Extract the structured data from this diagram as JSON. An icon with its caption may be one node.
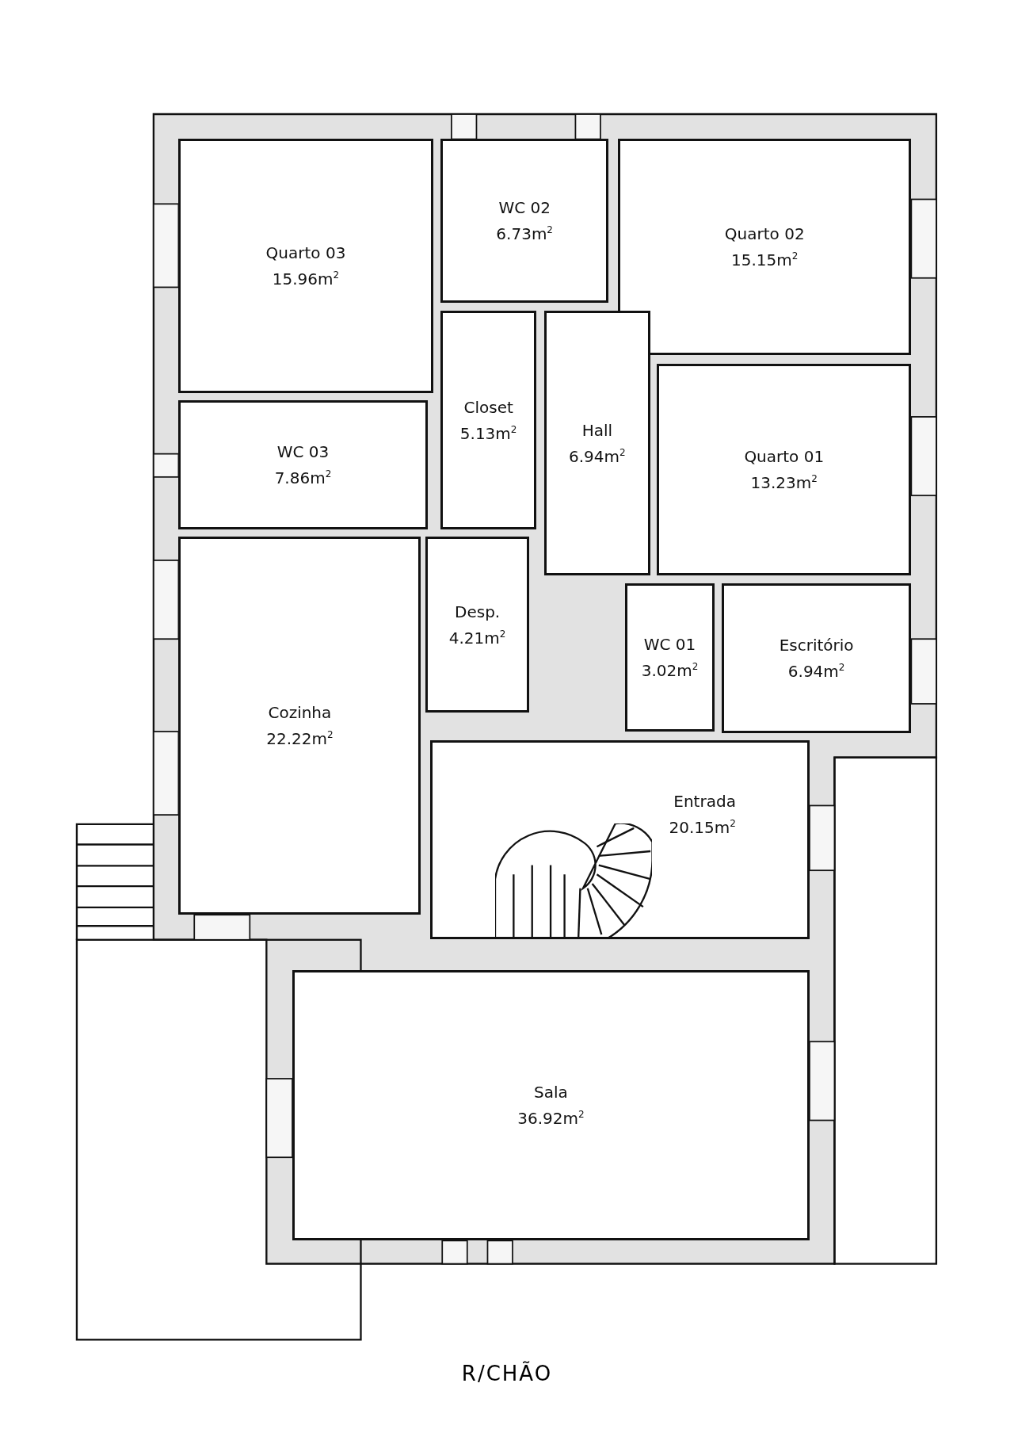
{
  "diagram": {
    "caption": "R/CHÃO",
    "nodes": [
      {
        "text": [
          "Quarto 03",
          "15.96m$^{2}$"
        ]
      },
      {
        "text": [
          "WC 02",
          "6.73m$^{2}$"
        ]
      },
      {
        "text": [
          "Quarto 02",
          "15.15m$^{2}$"
        ]
      },
      {
        "text": [
          "Closet",
          "5.13m$^{2}$"
        ]
      },
      {
        "text": [
          "Hall",
          "6.94m$^{2}$"
        ]
      },
      {
        "text": [
          "WC 03",
          "7.86m$^{2}$"
        ]
      },
      {
        "text": [
          "Quarto 01",
          "13.23m$^{2}$"
        ]
      },
      {
        "text": [
          "Desp.",
          "4.21m$^{2}$"
        ]
      },
      {
        "text": [
          "WC 01",
          "3.02m$^{2}$"
        ]
      },
      {
        "text": [
          "Escritório",
          "6.94m$^{2}$"
        ]
      },
      {
        "text": [
          "Cozinha",
          "22.22m$^{2}$"
        ]
      },
      {
        "text": [
          "Entrada",
          "20.15m$^{2}$"
        ]
      },
      {
        "text": [
          "Sala",
          "36.92m$^{2}$"
        ]
      }
    ],
    "edges": []
  }
}
